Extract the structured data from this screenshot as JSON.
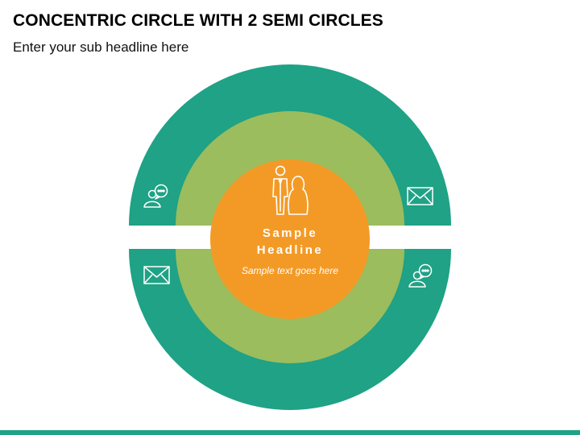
{
  "header": {
    "title": "CONCENTRIC CIRCLE WITH 2 SEMI CIRCLES",
    "subtitle": "Enter your sub headline here"
  },
  "center": {
    "headline_line1": "Sample",
    "headline_line2": "Headline",
    "text": "Sample text goes here",
    "icon": "business-couple-icon"
  },
  "ring_icons": {
    "top_left": "chat-user-icon",
    "top_right": "envelope-icon",
    "bottom_left": "envelope-icon",
    "bottom_right": "chat-user-icon"
  },
  "colors": {
    "outer_ring": "#1fa285",
    "middle_ring": "#9bbd5e",
    "center": "#f39a26",
    "text_on_color": "#ffffff",
    "footer_bar": "#1fa285"
  }
}
